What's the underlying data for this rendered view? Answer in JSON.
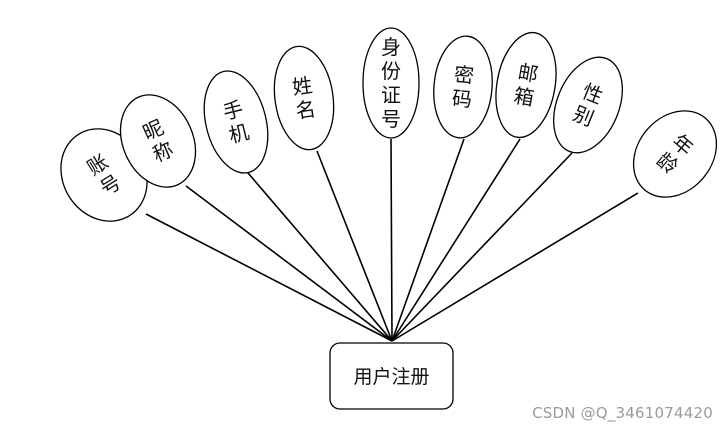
{
  "entity": {
    "label": "用户注册"
  },
  "attributes": [
    {
      "key": "account",
      "label": "账号"
    },
    {
      "key": "nickname",
      "label": "昵称"
    },
    {
      "key": "phone",
      "label": "手机"
    },
    {
      "key": "name",
      "label": "姓名"
    },
    {
      "key": "id_card",
      "label": "身份证号"
    },
    {
      "key": "password",
      "label": "密码"
    },
    {
      "key": "email",
      "label": "邮箱"
    },
    {
      "key": "gender",
      "label": "性别"
    },
    {
      "key": "age",
      "label": "年龄"
    }
  ],
  "watermark": "CSDN @Q_3461074420",
  "colors": {
    "stroke": "#000000",
    "text": "#111111",
    "watermark": "#9a9a9a",
    "background": "#ffffff"
  }
}
